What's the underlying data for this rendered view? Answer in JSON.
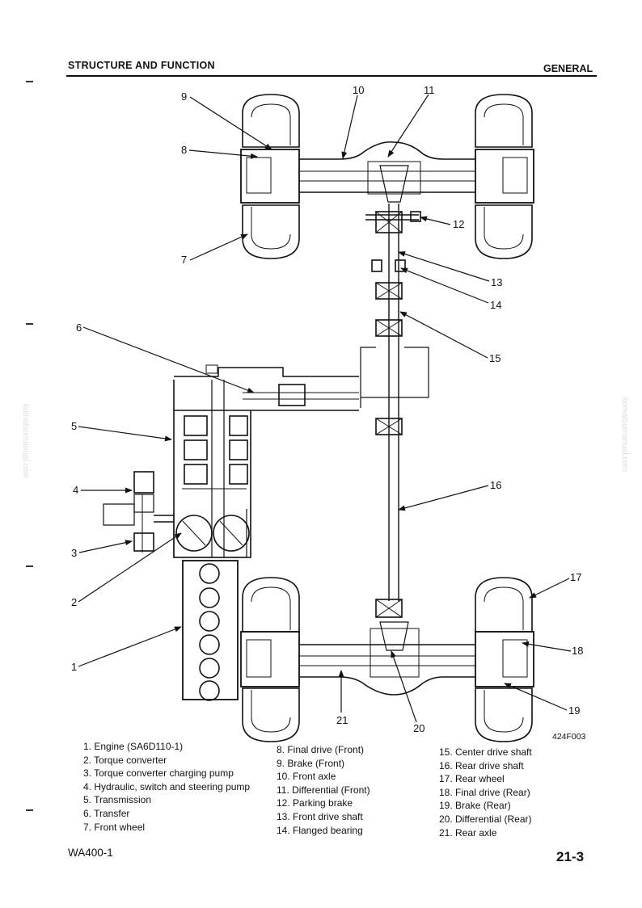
{
  "header": {
    "left": "STRUCTURE AND FUNCTION",
    "right": "GENERAL"
  },
  "callouts": [
    "1",
    "2",
    "3",
    "4",
    "5",
    "6",
    "7",
    "8",
    "9",
    "10",
    "11",
    "12",
    "13",
    "14",
    "15",
    "16",
    "17",
    "18",
    "19",
    "20",
    "21"
  ],
  "legend": {
    "col1": [
      "1. Engine (SA6D110-1)",
      "2. Torque converter",
      "3. Torque converter charging pump",
      "4. Hydraulic, switch and steering pump",
      "5. Transmission",
      "6. Transfer",
      "7. Front wheel"
    ],
    "col2": [
      "8. Final drive (Front)",
      "9. Brake (Front)",
      "10. Front axle",
      "11. Differential (Front)",
      "12. Parking brake",
      "13. Front drive shaft",
      "14. Flanged bearing"
    ],
    "col3": [
      "15. Center drive shaft",
      "16. Rear drive shaft",
      "17. Rear wheel",
      "18. Final drive (Rear)",
      "19. Brake (Rear)",
      "20. Differential (Rear)",
      "21. Rear axle"
    ]
  },
  "figure_code": "424F003",
  "footer": {
    "model": "WA400-1",
    "page": "21-3"
  },
  "watermark": "komatsumanual.com"
}
